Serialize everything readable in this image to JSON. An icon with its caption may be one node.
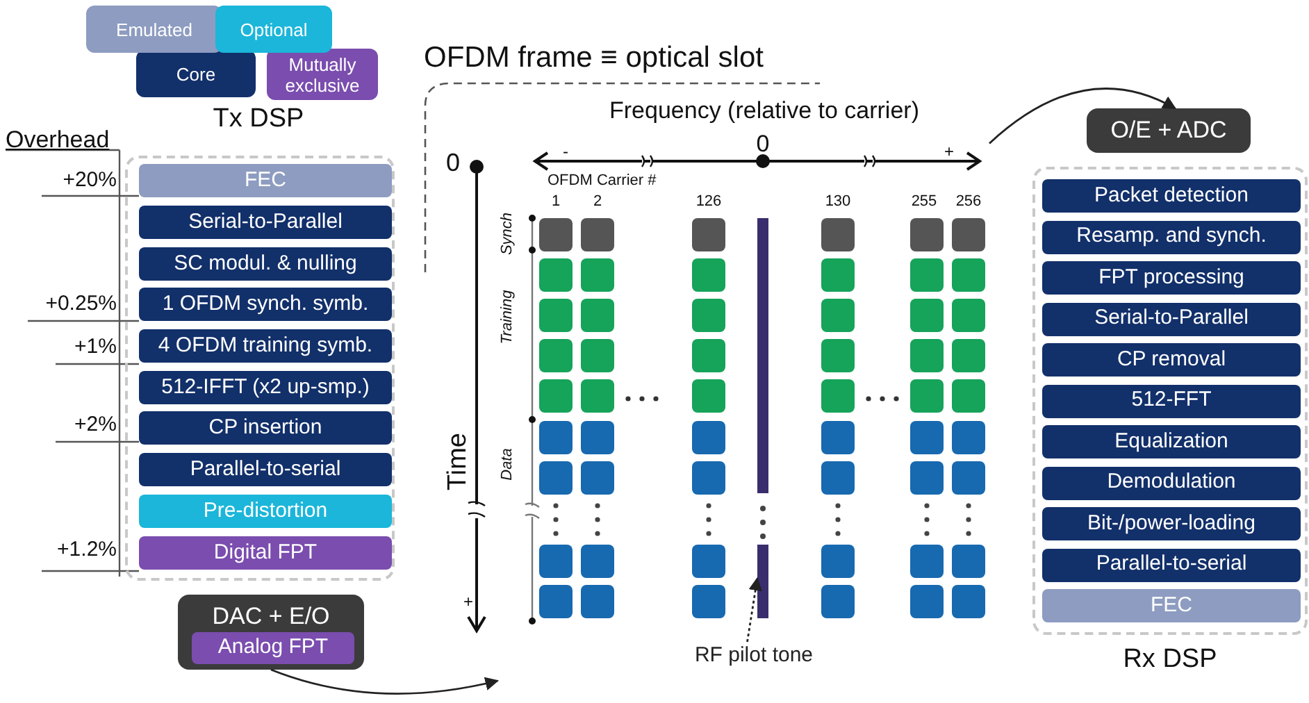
{
  "diagram": {
    "nodes": [
      {
        "text": [
          "Tx DSP"
        ]
      },
      {
        "text": [
          "FEC"
        ],
        "in": 0
      },
      {
        "text": [
          "Serial-to-Parallel"
        ],
        "in": 0
      },
      {
        "text": [
          "SC modul. & nulling"
        ],
        "in": 0
      },
      {
        "text": [
          "1 OFDM synch. symb."
        ],
        "in": 0
      },
      {
        "text": [
          "4 OFDM training symb."
        ],
        "in": 0
      },
      {
        "text": [
          "512-IFFT (x2 up-smp.)"
        ],
        "in": 0
      },
      {
        "text": [
          "CP insertion"
        ],
        "in": 0
      },
      {
        "text": [
          "Parallel-to-serial"
        ],
        "in": 0
      },
      {
        "text": [
          "Pre-distortion"
        ],
        "in": 0
      },
      {
        "text": [
          "Digital FPT"
        ],
        "in": 0
      },
      {
        "text": [
          "DAC + E/O"
        ]
      },
      {
        "text": [
          "Analog FPT"
        ],
        "in": 11
      },
      {
        "text": [
          "OFDM frame ≡ optical slot"
        ]
      },
      {
        "text": [],
        "shape": "bar",
        "in": 13
      },
      {
        "text": [
          "RF pilot tone"
        ]
      },
      {
        "text": [
          "O/E + ADC"
        ]
      },
      {
        "text": [
          "Rx DSP"
        ]
      },
      {
        "text": [
          "Packet detection"
        ],
        "in": 17
      },
      {
        "text": [
          "Resamp. and synch."
        ],
        "in": 17
      },
      {
        "text": [
          "FPT processing"
        ],
        "in": 17
      },
      {
        "text": [
          "Serial-to-Parallel"
        ],
        "in": 17
      },
      {
        "text": [
          "CP removal"
        ],
        "in": 17
      },
      {
        "text": [
          "512-FFT"
        ],
        "in": 17
      },
      {
        "text": [
          "Equalization"
        ],
        "in": 17
      },
      {
        "text": [
          "Demodulation"
        ],
        "in": 17
      },
      {
        "text": [
          "Bit-/power-loading"
        ],
        "in": 17
      },
      {
        "text": [
          "Parallel-to-serial"
        ],
        "in": 17
      },
      {
        "text": [
          "FEC"
        ],
        "in": 17
      }
    ],
    "edges": [
      {
        "from": 11,
        "to": 13,
        "arrow": "to"
      },
      {
        "from": 13,
        "to": 16,
        "arrow": "to"
      },
      {
        "from": 15,
        "to": 14,
        "arrow": "to",
        "style": "dashed"
      }
    ],
    "labels": [
      "Overhead",
      "+20%",
      "+0.25%",
      "+1%",
      "+2%",
      "+1.2%",
      "Frequency (relative to carrier)",
      "-",
      "0",
      "+",
      "OFDM Carrier #",
      "1",
      "2",
      "126",
      "130",
      "255",
      "256",
      "0",
      "Time",
      "+",
      "Synch",
      "Training",
      "Data"
    ],
    "legend": [
      {
        "text": "Emulated",
        "color": "#8d9cc0"
      },
      {
        "text": "Optional",
        "color": "#1bb6da"
      },
      {
        "text": "Core",
        "color": "#12306a"
      },
      {
        "text": "Mutually exclusive",
        "color": "#7a4dae"
      }
    ]
  }
}
